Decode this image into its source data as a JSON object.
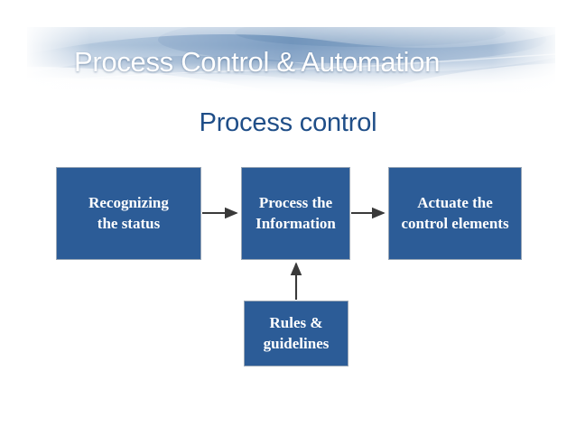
{
  "slide": {
    "background_color": "#ffffff",
    "banner": {
      "title": "Process Control & Automation",
      "title_color": "#ffffff",
      "accent_color": "#5b86b8"
    },
    "subtitle": {
      "text": "Process control",
      "color": "#1F4E88"
    }
  },
  "diagram": {
    "type": "flow-diagram",
    "node_fill_color": "#2C5C97",
    "node_text_color": "#ffffff",
    "arrow_color": "#3a3a3a",
    "nodes": [
      {
        "id": "recognizing",
        "lines": [
          "Recognizing",
          "the status"
        ]
      },
      {
        "id": "process",
        "lines": [
          "Process the",
          "Information"
        ]
      },
      {
        "id": "actuate",
        "lines": [
          "Actuate the",
          "control elements"
        ]
      },
      {
        "id": "rules",
        "lines": [
          "Rules &",
          "guidelines"
        ]
      }
    ],
    "arrows": [
      {
        "id": "recognizing-to-process",
        "direction": "right"
      },
      {
        "id": "process-to-actuate",
        "direction": "right"
      },
      {
        "id": "rules-to-process",
        "direction": "up"
      }
    ]
  }
}
